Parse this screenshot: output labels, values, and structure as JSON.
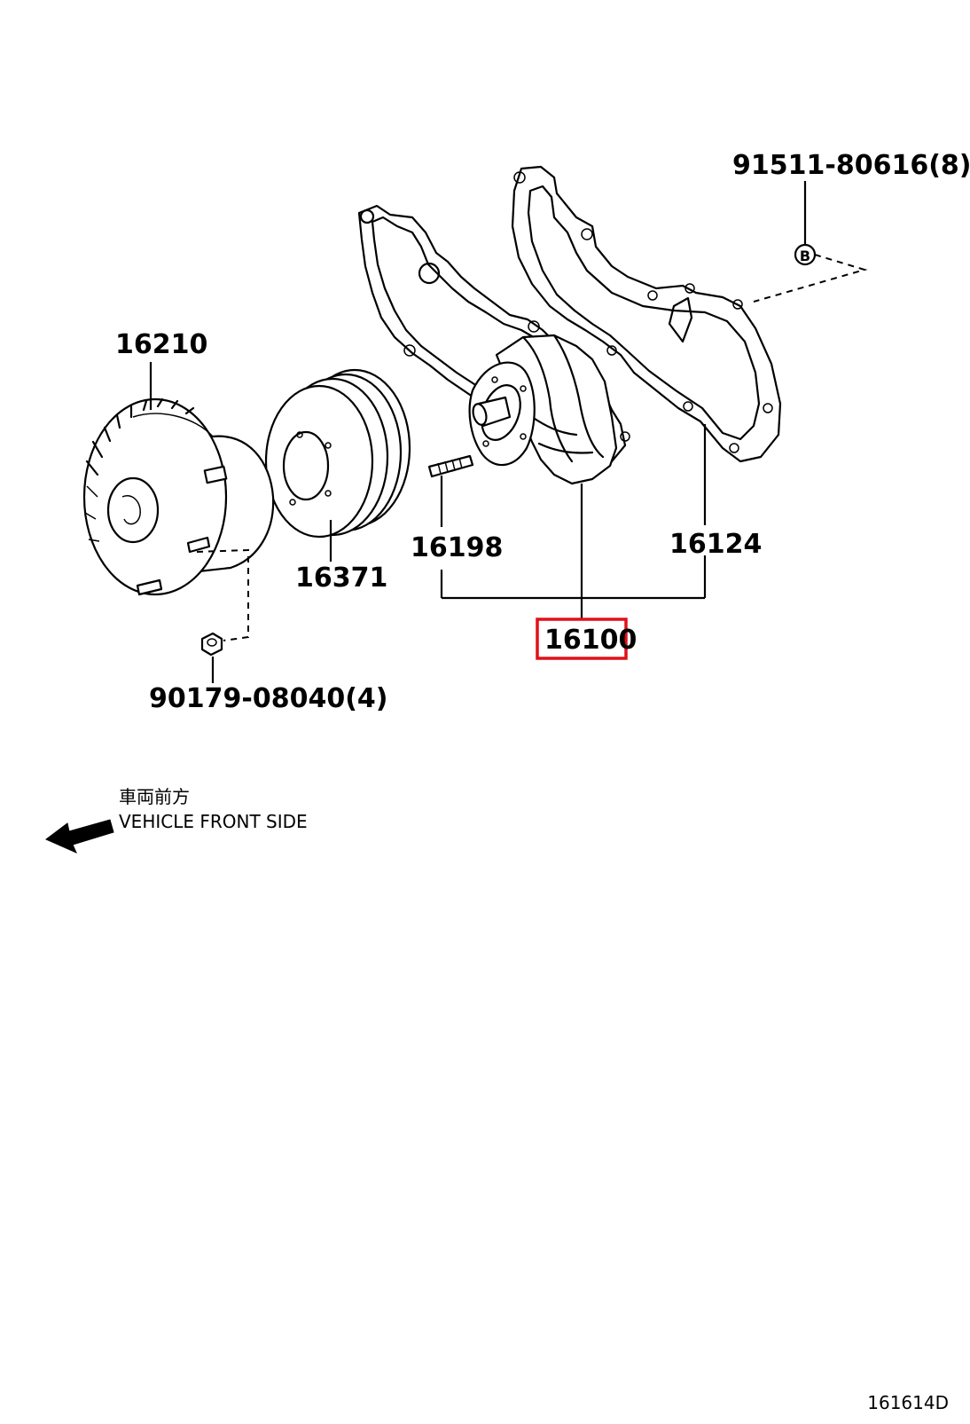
{
  "diagram": {
    "parts": {
      "fan_clutch": "16210",
      "pulley": "16371",
      "stud": "16198",
      "gasket": "16124",
      "water_pump_assy": "16100",
      "bolt": "91511-80616(8)",
      "nut": "90179-08040(4)"
    },
    "bolt_marker": "B",
    "direction": {
      "jp": "車両前方",
      "en": "VEHICLE FRONT SIDE"
    },
    "figure_id": "161614D",
    "highlight_color": "#e0101a"
  }
}
